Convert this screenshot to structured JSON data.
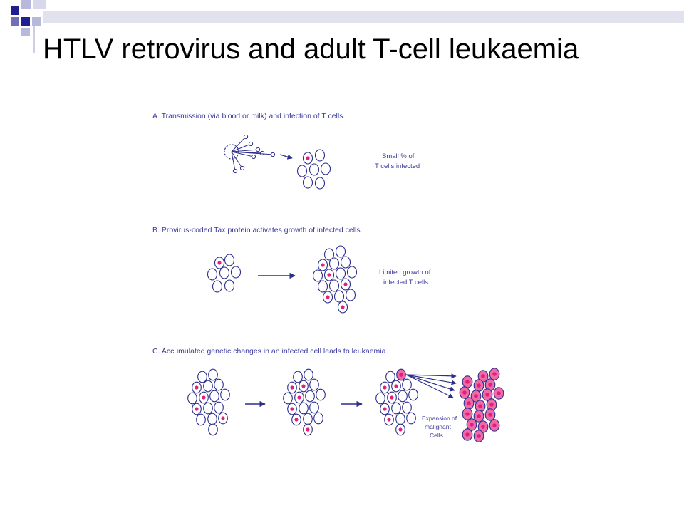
{
  "slide": {
    "title": "HTLV retrovirus and adult T-cell leukaemia",
    "colors": {
      "square_dark": "#1f1f8f",
      "square_mid": "#6f70b6",
      "square_light": "#b7b8dc",
      "cell_outline": "#2c2e8c",
      "infected_nucleus": "#e0207a",
      "malignant_fill": "#f06aa8",
      "text": "#3a3aa0"
    }
  },
  "diagram": {
    "panel_a": {
      "heading": "A. Transmission (via blood or milk) and infection of T cells.",
      "note_line1": "Small % of",
      "note_line2": "T cells infected"
    },
    "panel_b": {
      "heading": "B. Provirus-coded Tax protein activates growth of infected cells.",
      "note_line1": "Limited growth of",
      "note_line2": "infected T cells"
    },
    "panel_c": {
      "heading": "C. Accumulated genetic changes in an infected cell leads to leukaemia.",
      "note_line1": "Expansion of",
      "note_line2": "malignant",
      "note_line3": "Cells"
    }
  }
}
